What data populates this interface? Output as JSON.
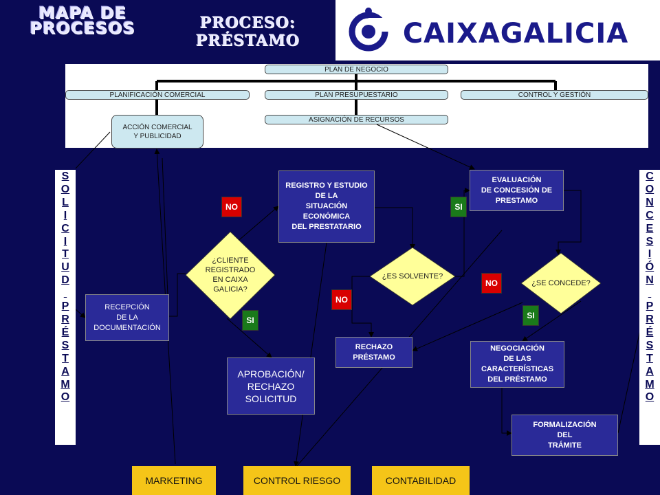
{
  "header": {
    "title_line1": "MAPA DE",
    "title_line2": "PROCESOS",
    "proceso_label": "PROCESO:",
    "proceso_name": "PRÉSTAMO",
    "logo_text": "CAIXAGALICIA"
  },
  "org": {
    "top": "PLAN DE NEGOCIO",
    "planificacion": "PLANIFICACIÓN COMERCIAL",
    "presupuestario": "PLAN PRESUPUESTARIO",
    "control": "CONTROL Y GESTIÓN",
    "asignacion": "ASIGNACIÓN DE RECURSOS",
    "accion_line1": "ACCIÓN COMERCIAL",
    "accion_line2": "Y PUBLICIDAD"
  },
  "side": {
    "left_letters": [
      "S",
      "O",
      "L",
      "I",
      "C",
      "I",
      "T",
      "U",
      "D",
      "",
      "P",
      "R",
      "É",
      "S",
      "T",
      "A",
      "M",
      "O"
    ],
    "right_letters": [
      "C",
      "O",
      "N",
      "C",
      "E",
      "S",
      "I",
      "Ó",
      "N",
      "",
      "P",
      "R",
      "É",
      "S",
      "T",
      "A",
      "M",
      "O"
    ]
  },
  "boxes": {
    "recepcion": [
      "RECEPCIÓN",
      "DE LA",
      "DOCUMENTACIÓN"
    ],
    "registro": [
      "REGISTRO Y ESTUDIO",
      "DE LA",
      "SITUACIÓN",
      "ECONÓMICA",
      "DEL PRESTATARIO"
    ],
    "evaluacion": [
      "EVALUACIÓN",
      "DE CONCESIÓN DE",
      "PRESTAMO"
    ],
    "aprobacion": [
      "APROBACIÓN/",
      "RECHAZO",
      "SOLICITUD"
    ],
    "rechazo": [
      "RECHAZO",
      "PRÉSTAMO"
    ],
    "negociacion": [
      "NEGOCIACIÓN",
      "DE LAS",
      "CARACTERÍSTICAS",
      "DEL PRÉSTAMO"
    ],
    "formalizacion": [
      "FORMALIZACIÓN",
      "DEL",
      "TRÁMITE"
    ]
  },
  "decisions": {
    "cliente": [
      "¿CLIENTE",
      "REGISTRADO",
      "EN CAIXA",
      "GALICIA?"
    ],
    "solvente": "¿ES SOLVENTE?",
    "concede": "¿SE CONCEDE?"
  },
  "tags": {
    "no1": "NO",
    "si1": "SI",
    "si2": "SI",
    "no2": "NO",
    "no3": "NO",
    "si3": "SI"
  },
  "departments": {
    "marketing": "MARKETING",
    "control_riesgo": "CONTROL RIESGO",
    "contabilidad": "CONTABILIDAD"
  },
  "colors": {
    "background": "#0a0a55",
    "process_box": "#2a2a98",
    "decision": "#ffff99",
    "no_tag": "#d80000",
    "si_tag": "#1a7a1a",
    "department": "#f5c518"
  }
}
